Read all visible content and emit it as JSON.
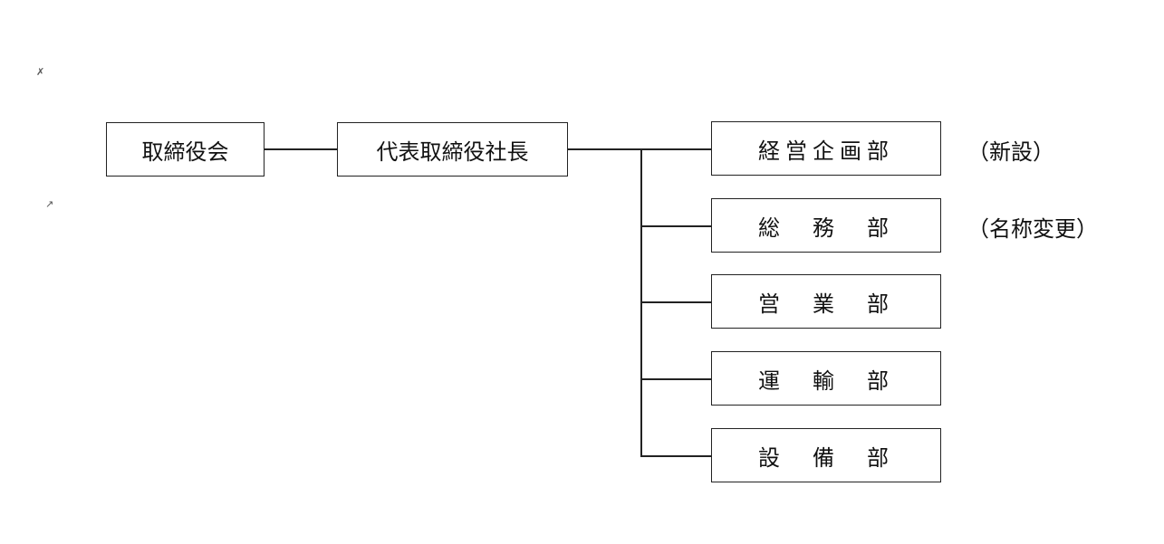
{
  "chart": {
    "board": "取締役会",
    "president": "代表取締役社長",
    "departments": [
      {
        "label": "経営企画部",
        "note": "（新設）"
      },
      {
        "label": "総　務　部",
        "note": "（名称変更）"
      },
      {
        "label": "営　業　部",
        "note": ""
      },
      {
        "label": "運　輸　部",
        "note": ""
      },
      {
        "label": "設　備　部",
        "note": ""
      }
    ]
  }
}
